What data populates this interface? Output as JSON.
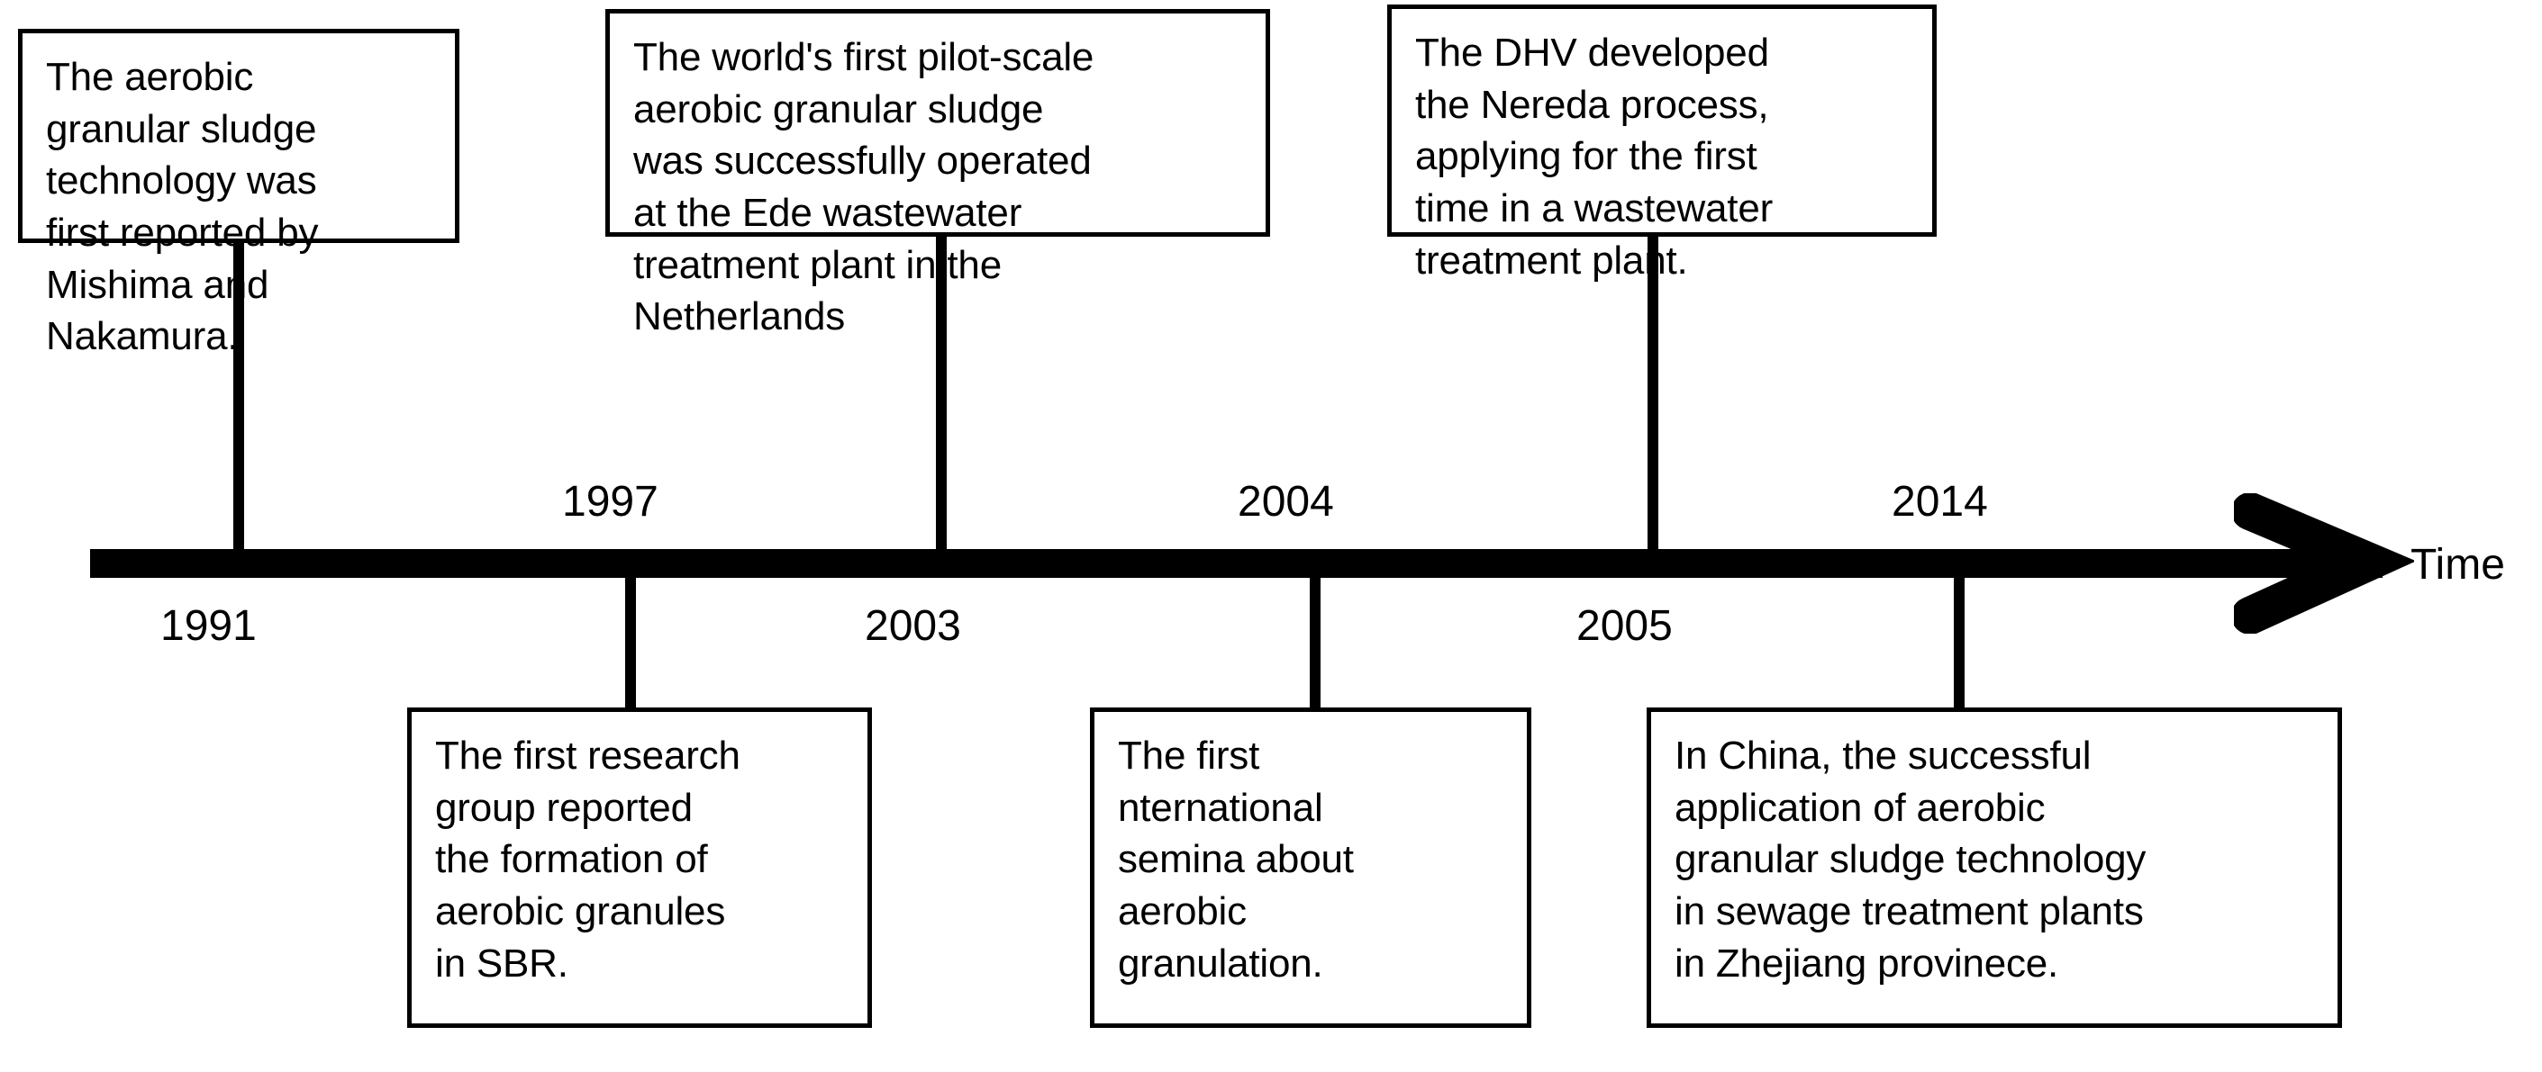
{
  "diagram": {
    "title": "Aerobic granular sludge technology development timeline",
    "axis": {
      "caption": "Time",
      "arrow_direction": "right",
      "color": "#000000"
    },
    "years_above_axis": [
      "1997",
      "2004",
      "2014"
    ],
    "years_below_axis": [
      "1991",
      "2003",
      "2005"
    ],
    "events": [
      {
        "year": "1991",
        "position": "above",
        "text": "The aerobic granular sludge technology was first reported by Mishima and Nakamura."
      },
      {
        "year": "1997",
        "position": "below",
        "text": "The first research group  reported the formation of aerobic granules in SBR."
      },
      {
        "year": "2003",
        "position": "above",
        "text": "The world's first pilot-scale aerobic granular sludge was successfully operated at the Ede wastewater treatment plant in the Netherlands"
      },
      {
        "year": "2004",
        "position": "below",
        "text": "The first nternational semina about aerobic granulation."
      },
      {
        "year": "2005",
        "position": "above",
        "text": "The  DHV developed the Nereda process, applying for the first time in a wastewater treatment plant."
      },
      {
        "year": "2014",
        "position": "below",
        "text": "In China, the successful application of aerobic granular sludge technology in sewage treatment plants in Zhejiang provinece."
      }
    ],
    "box_lines": {
      "box1": "The aerobic\ngranular sludge\ntechnology was\nfirst reported by\nMishima and\nNakamura.",
      "box2": "The world's first pilot-scale\naerobic granular sludge\nwas successfully operated\nat the Ede wastewater\ntreatment plant in the\nNetherlands",
      "box3": "The  DHV developed\nthe Nereda process,\napplying for the first\ntime in a wastewater\ntreatment plant.",
      "box4": "The first research\ngroup  reported\nthe formation of\naerobic granules\nin SBR.",
      "box5": "The first\nnternational\nsemina about\naerobic\ngranulation.",
      "box6": "In China, the successful\napplication of aerobic\ngranular sludge technology\nin sewage treatment plants\nin Zhejiang provinece."
    },
    "year_labels": {
      "y1991": "1991",
      "y1997": "1997",
      "y2003": "2003",
      "y2004": "2004",
      "y2005": "2005",
      "y2014": "2014"
    }
  }
}
